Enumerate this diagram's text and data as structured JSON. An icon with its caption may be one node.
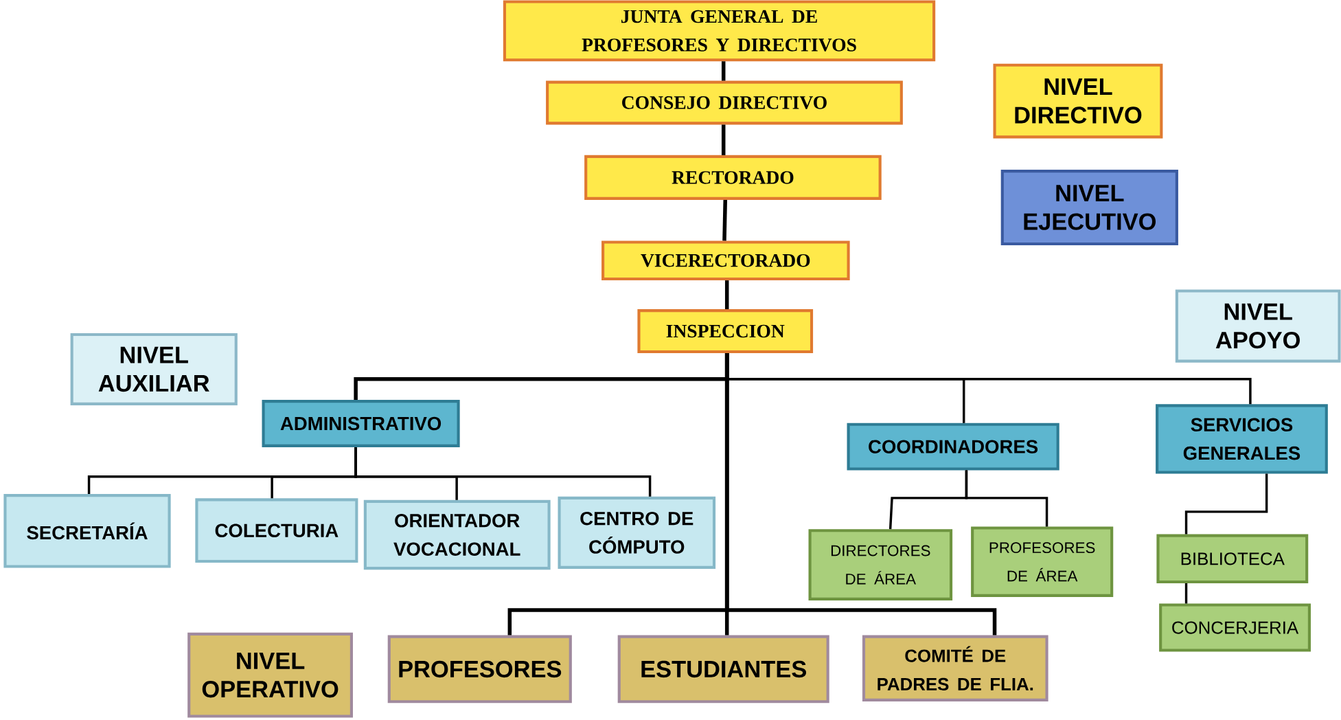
{
  "diagram": {
    "nodes": [
      {
        "text": [
          "JUNTA GENERAL DE PROFESORES Y DIRECTIVOS"
        ]
      },
      {
        "text": [
          "CONSEJO DIRECTIVO"
        ]
      },
      {
        "text": [
          "RECTORADO"
        ]
      },
      {
        "text": [
          "VICERECTORADO"
        ]
      },
      {
        "text": [
          "INSPECCION"
        ]
      },
      {
        "text": [
          "NIVEL DIRECTIVO"
        ]
      },
      {
        "text": [
          "NIVEL EJECUTIVO"
        ]
      },
      {
        "text": [
          "NIVEL APOYO"
        ]
      },
      {
        "text": [
          "NIVEL AUXILIAR"
        ]
      },
      {
        "text": [
          "ADMINISTRATIVO"
        ]
      },
      {
        "text": [
          "COORDINADORES"
        ]
      },
      {
        "text": [
          "SERVICIOS GENERALES"
        ]
      },
      {
        "text": [
          "SECRETARÍA"
        ]
      },
      {
        "text": [
          "COLECTURIA"
        ]
      },
      {
        "text": [
          "ORIENTADOR VOCACIONAL"
        ]
      },
      {
        "text": [
          "CENTRO DE CÓMPUTO"
        ]
      },
      {
        "text": [
          "DIRECTORES DE ÁREA"
        ]
      },
      {
        "text": [
          "PROFESORES DE ÁREA"
        ]
      },
      {
        "text": [
          "BIBLIOTECA"
        ]
      },
      {
        "text": [
          "CONCERJERIA"
        ]
      },
      {
        "text": [
          "NIVEL OPERATIVO"
        ]
      },
      {
        "text": [
          "PROFESORES"
        ]
      },
      {
        "text": [
          "ESTUDIANTES"
        ]
      },
      {
        "text": [
          "COMITÉ DE PADRES DE FLIA."
        ]
      }
    ],
    "edges": [
      {
        "from": 0,
        "to": 1,
        "arrow": "none"
      },
      {
        "from": 1,
        "to": 2,
        "arrow": "none"
      },
      {
        "from": 2,
        "to": 3,
        "arrow": "none"
      },
      {
        "from": 3,
        "to": 4,
        "arrow": "none"
      },
      {
        "from": 4,
        "to": 9,
        "arrow": "none"
      },
      {
        "from": 4,
        "to": 10,
        "arrow": "none"
      },
      {
        "from": 4,
        "to": 11,
        "arrow": "none"
      },
      {
        "from": 4,
        "to": 21,
        "arrow": "none"
      },
      {
        "from": 4,
        "to": 22,
        "arrow": "none"
      },
      {
        "from": 4,
        "to": 23,
        "arrow": "none"
      },
      {
        "from": 9,
        "to": 12,
        "arrow": "none"
      },
      {
        "from": 9,
        "to": 13,
        "arrow": "none"
      },
      {
        "from": 9,
        "to": 14,
        "arrow": "none"
      },
      {
        "from": 9,
        "to": 15,
        "arrow": "none"
      },
      {
        "from": 10,
        "to": 16,
        "arrow": "none"
      },
      {
        "from": 10,
        "to": 17,
        "arrow": "none"
      },
      {
        "from": 11,
        "to": 18,
        "arrow": "none"
      },
      {
        "from": 18,
        "to": 19,
        "arrow": "none"
      }
    ]
  }
}
